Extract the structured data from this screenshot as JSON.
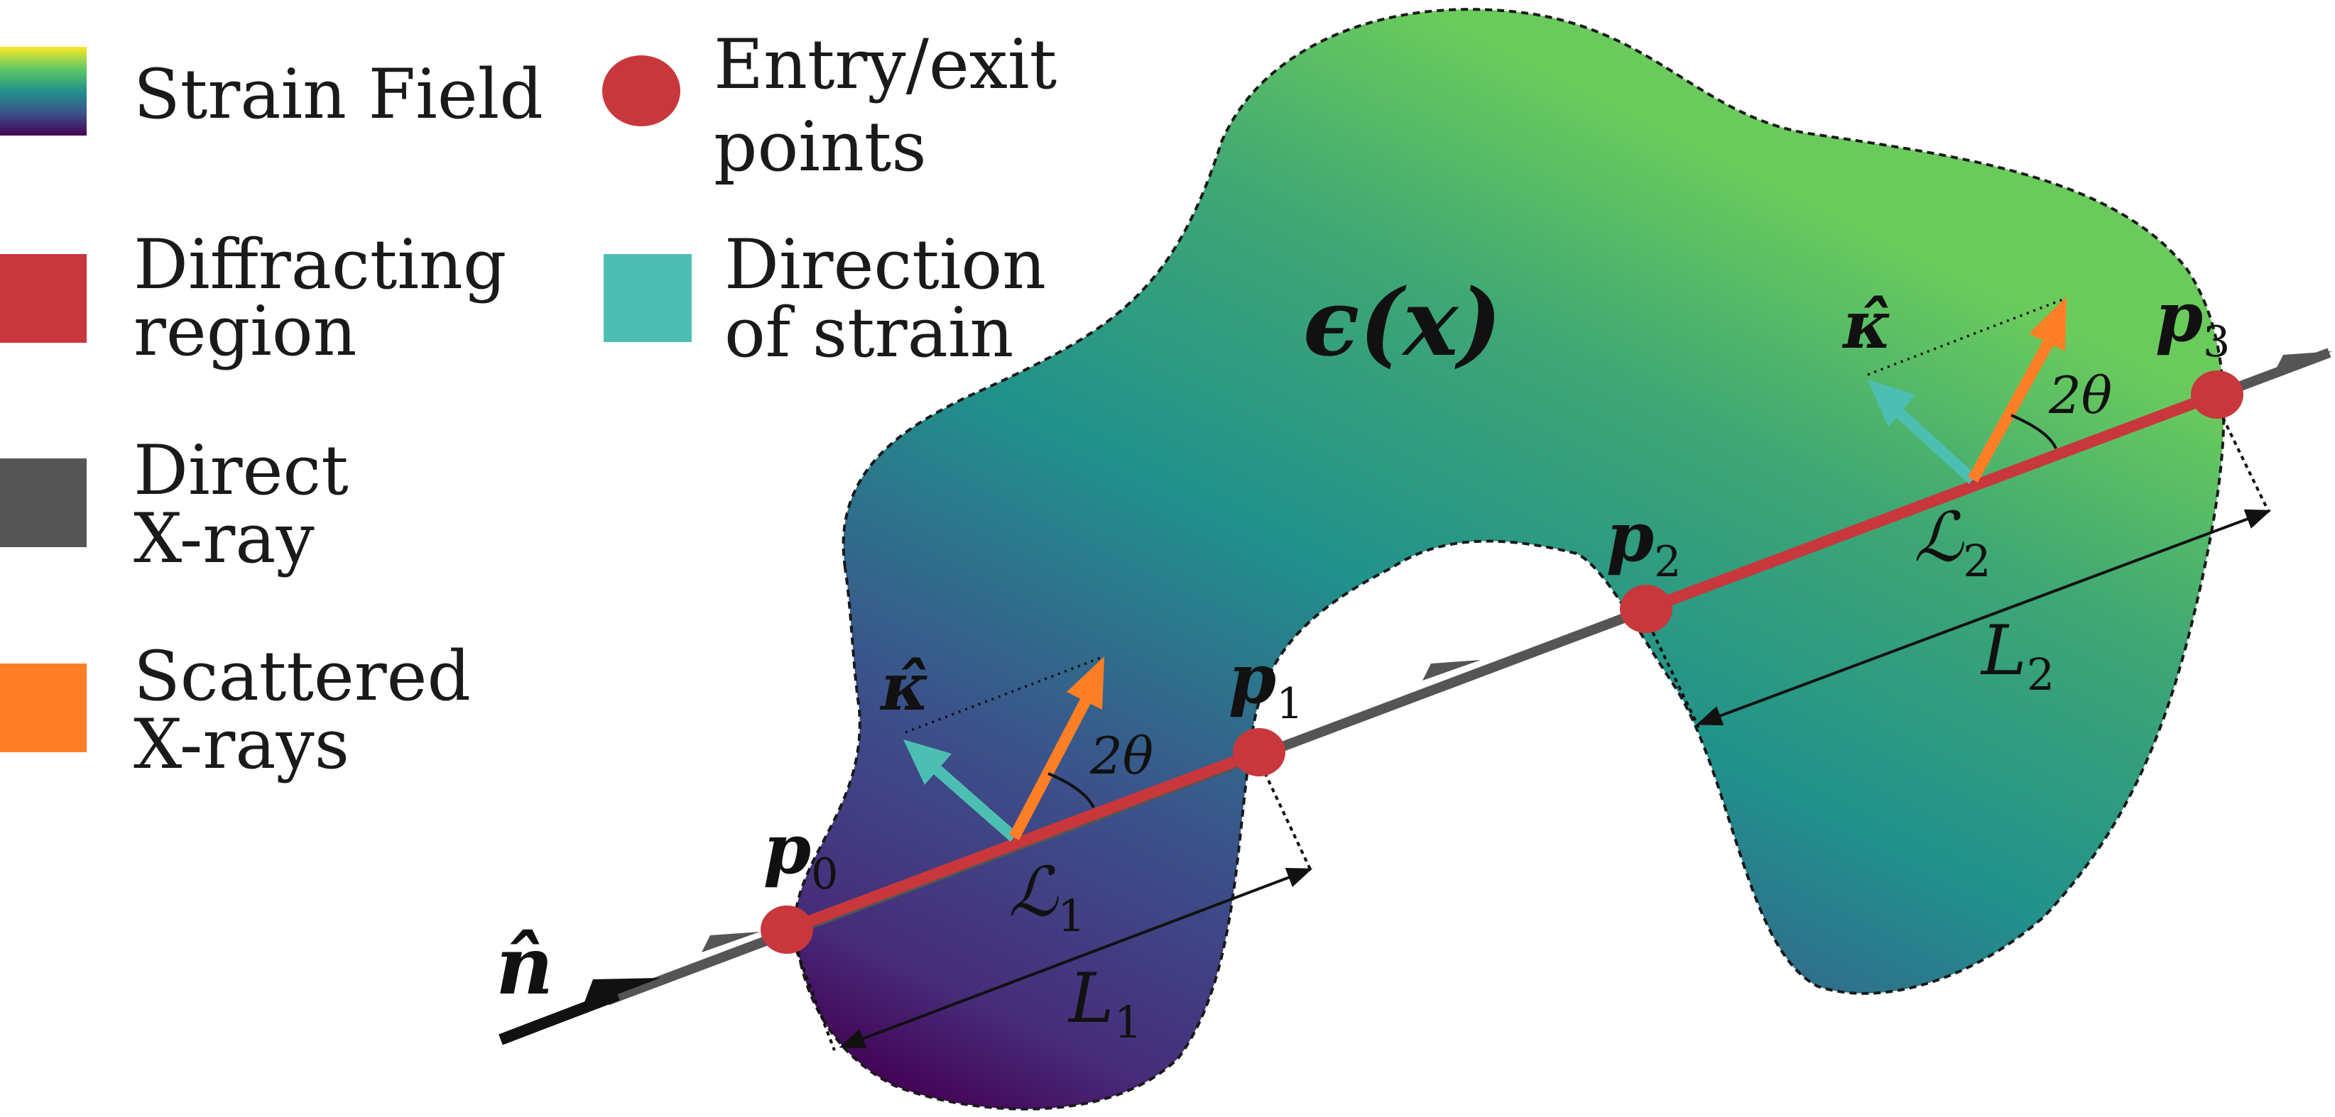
{
  "legend": {
    "items": [
      {
        "label_line1": "Strain Field",
        "label_line2": "",
        "swatch": "gradient"
      },
      {
        "label_line1": "Diffracting",
        "label_line2": "region",
        "swatch_color": "#c8373c"
      },
      {
        "label_line1": "Direct",
        "label_line2": "X-ray",
        "swatch_color": "#555555"
      },
      {
        "label_line1": "Scattered",
        "label_line2": "X-rays",
        "swatch_color": "#ff7f27"
      },
      {
        "label_line1": "Entry/exit",
        "label_line2": "points",
        "swatch_color": "#c8373c",
        "swatch_shape": "circle"
      },
      {
        "label_line1": "Direction",
        "label_line2": "of strain",
        "swatch_color": "#4dbfb2"
      }
    ]
  },
  "labels": {
    "field": {
      "main": "ϵ(x)"
    },
    "n_hat": "n̂",
    "p0": {
      "base": "p",
      "sub": "0"
    },
    "p1": {
      "base": "p",
      "sub": "1"
    },
    "p2": {
      "base": "p",
      "sub": "2"
    },
    "p3": {
      "base": "p",
      "sub": "3"
    },
    "kappa1": "κ̂",
    "kappa2": "κ̂",
    "angle1": "2θ",
    "angle2": "2θ",
    "region1": {
      "base": "ℒ",
      "sub": "1"
    },
    "region2": {
      "base": "ℒ",
      "sub": "2"
    },
    "length1": {
      "base": "L",
      "sub": "1"
    },
    "length2": {
      "base": "L",
      "sub": "2"
    }
  },
  "colors": {
    "viridis_dark": "#440154",
    "viridis_mid_dark": "#3b528b",
    "viridis_mid": "#21918c",
    "viridis_light": "#5ec962",
    "viridis_top": "#fde725",
    "diffracting": "#c8373c",
    "direct_ray": "#555555",
    "scattered": "#ff7f27",
    "strain_dir": "#4dbfb2"
  }
}
